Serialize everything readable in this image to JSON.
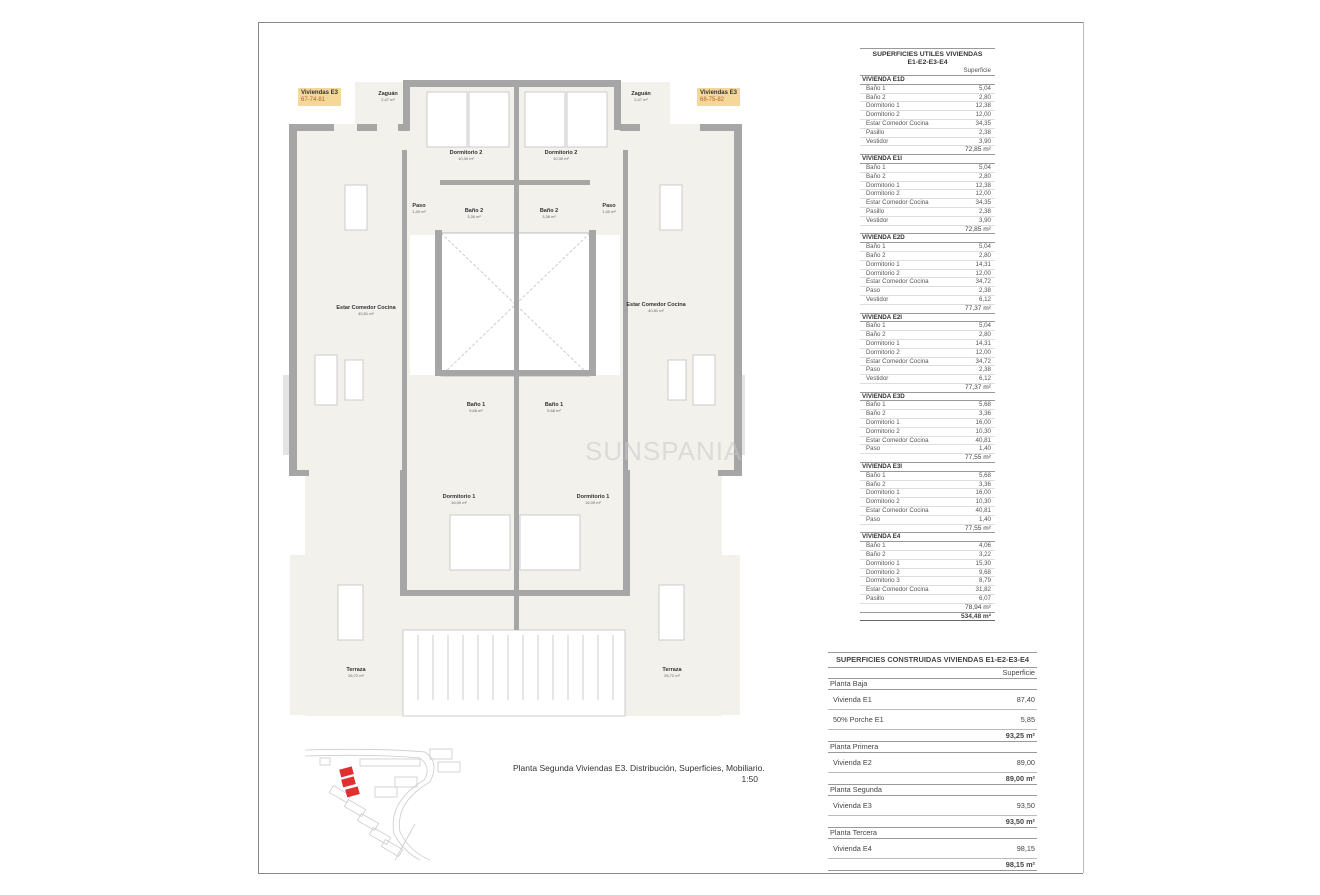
{
  "plan": {
    "tags": [
      {
        "title": "Viviendas E3",
        "numbers": "67-74-81"
      },
      {
        "title": "Viviendas E3",
        "numbers": "68-75-82"
      }
    ],
    "rooms": {
      "zaguan_l": {
        "name": "Zaguán",
        "area": "2,47 m²"
      },
      "zaguan_r": {
        "name": "Zaguán",
        "area": "2,47 m²"
      },
      "dorm2_l": {
        "name": "Dormitorio 2",
        "area": "10,30 m²"
      },
      "dorm2_r": {
        "name": "Dormitorio 2",
        "area": "10,30 m²"
      },
      "paso_l": {
        "name": "Paso",
        "area": "1,40 m²"
      },
      "paso_r": {
        "name": "Paso",
        "area": "1,40 m²"
      },
      "bano2_l": {
        "name": "Baño 2",
        "area": "3,36 m²"
      },
      "bano2_r": {
        "name": "Baño 2",
        "area": "3,36 m²"
      },
      "estar_l": {
        "name": "Estar Comedor Cocina",
        "area": "40,81 m²"
      },
      "estar_r": {
        "name": "Estar Comedor Cocina",
        "area": "40,81 m²"
      },
      "bano1_l": {
        "name": "Baño 1",
        "area": "5,68 m²"
      },
      "bano1_r": {
        "name": "Baño 1",
        "area": "5,68 m²"
      },
      "dorm1_l": {
        "name": "Dormitorio 1",
        "area": "16,00 m²"
      },
      "dorm1_r": {
        "name": "Dormitorio 1",
        "area": "16,00 m²"
      },
      "terraza_l": {
        "name": "Terraza",
        "area": "26,72 m²"
      },
      "terraza_r": {
        "name": "Terraza",
        "area": "26,72 m²"
      }
    },
    "caption": "Planta Segunda Viviendas E3. Distribución, Superficies, Mobiliario.",
    "scale": "1:50",
    "watermark": "SUNSPANIA",
    "highlight_color": "#e03030",
    "tag_color": "#f3d89a"
  },
  "utiles": {
    "title_line1": "SUPERFICIES UTILES VIVIENDAS",
    "title_line2": "E1-E2-E3-E4",
    "column": "Superficie",
    "groups": [
      {
        "name": "VIVIENDA E1D",
        "rows": [
          [
            "Baño 1",
            "5,04"
          ],
          [
            "Baño 2",
            "2,80"
          ],
          [
            "Dormitorio 1",
            "12,38"
          ],
          [
            "Dormitorio 2",
            "12,00"
          ],
          [
            "Estar Comedor Cocina",
            "34,35"
          ],
          [
            "Pasillo",
            "2,38"
          ],
          [
            "Vestidor",
            "3,90"
          ]
        ],
        "total": "72,85 m²"
      },
      {
        "name": "VIVIENDA E1I",
        "rows": [
          [
            "Baño 1",
            "5,04"
          ],
          [
            "Baño 2",
            "2,80"
          ],
          [
            "Dormitorio 1",
            "12,38"
          ],
          [
            "Dormitorio 2",
            "12,00"
          ],
          [
            "Estar Comedor Cocina",
            "34,35"
          ],
          [
            "Pasillo",
            "2,38"
          ],
          [
            "Vestidor",
            "3,90"
          ]
        ],
        "total": "72,85 m²"
      },
      {
        "name": "VIVIENDA E2D",
        "rows": [
          [
            "Baño 1",
            "5,04"
          ],
          [
            "Baño 2",
            "2,80"
          ],
          [
            "Dormitorio 1",
            "14,31"
          ],
          [
            "Dormitorio 2",
            "12,00"
          ],
          [
            "Estar Comedor Cocina",
            "34,72"
          ],
          [
            "Paso",
            "2,38"
          ],
          [
            "Vestidor",
            "6,12"
          ]
        ],
        "total": "77,37 m²"
      },
      {
        "name": "VIVIENDA E2I",
        "rows": [
          [
            "Baño 1",
            "5,04"
          ],
          [
            "Baño 2",
            "2,80"
          ],
          [
            "Dormitorio 1",
            "14,31"
          ],
          [
            "Dormitorio 2",
            "12,00"
          ],
          [
            "Estar Comedor Cocina",
            "34,72"
          ],
          [
            "Paso",
            "2,38"
          ],
          [
            "Vestidor",
            "6,12"
          ]
        ],
        "total": "77,37 m²"
      },
      {
        "name": "VIVIENDA E3D",
        "rows": [
          [
            "Baño 1",
            "5,68"
          ],
          [
            "Baño 2",
            "3,36"
          ],
          [
            "Dormitorio 1",
            "16,00"
          ],
          [
            "Dormitorio 2",
            "10,30"
          ],
          [
            "Estar Comedor Cocina",
            "40,81"
          ],
          [
            "Paso",
            "1,40"
          ]
        ],
        "total": "77,55 m²"
      },
      {
        "name": "VIVIENDA E3I",
        "rows": [
          [
            "Baño 1",
            "5,68"
          ],
          [
            "Baño 2",
            "3,36"
          ],
          [
            "Dormitorio 1",
            "16,00"
          ],
          [
            "Dormitorio 2",
            "10,30"
          ],
          [
            "Estar Comedor Cocina",
            "40,81"
          ],
          [
            "Paso",
            "1,40"
          ]
        ],
        "total": "77,55 m²"
      },
      {
        "name": "VIVIENDA E4",
        "rows": [
          [
            "Baño 1",
            "4,06"
          ],
          [
            "Baño 2",
            "3,22"
          ],
          [
            "Dormitorio 1",
            "15,30"
          ],
          [
            "Dormitorio 2",
            "9,68"
          ],
          [
            "Dormitorio 3",
            "8,79"
          ],
          [
            "Estar Comedor Cocina",
            "31,82"
          ],
          [
            "Pasillo",
            "6,07"
          ]
        ],
        "total": "78,94 m²"
      }
    ],
    "grand_total": "534,48 m²"
  },
  "construidas": {
    "title": "SUPERFICIES CONSTRUIDAS VIVIENDAS E1-E2-E3-E4",
    "column": "Superficie",
    "floors": [
      {
        "name": "Planta Baja",
        "rows": [
          [
            "Vivienda E1",
            "87,40"
          ],
          [
            "50% Porche E1",
            "5,85"
          ]
        ],
        "total": "93,25 m²"
      },
      {
        "name": "Planta Primera",
        "rows": [
          [
            "Vivienda E2",
            "89,00"
          ]
        ],
        "total": "89,00 m²"
      },
      {
        "name": "Planta Segunda",
        "rows": [
          [
            "Vivienda E3",
            "93,50"
          ]
        ],
        "total": "93,50 m²"
      },
      {
        "name": "Planta Tercera",
        "rows": [
          [
            "Vivienda E4",
            "98,15"
          ]
        ],
        "total": "98,15 m²"
      }
    ]
  }
}
